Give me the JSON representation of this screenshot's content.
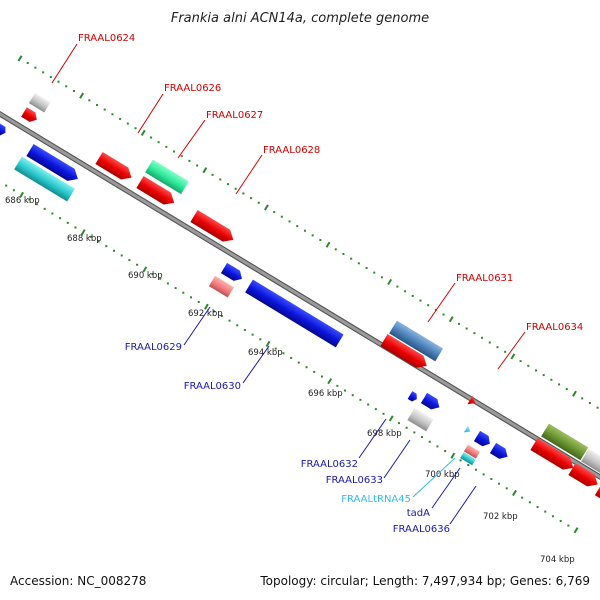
{
  "title": "Frankia alni ACN14a, complete genome",
  "footer": {
    "accession": "Accession: NC_008278",
    "topology": "Topology: circular; Length: 7,497,934 bp; Genes: 6,769"
  },
  "ticks": [
    "686 kbp",
    "688 kbp",
    "690 kbp",
    "692 kbp",
    "694 kbp",
    "696 kbp",
    "698 kbp",
    "700 kbp",
    "702 kbp",
    "704 kbp"
  ],
  "labels": {
    "fraal0624": "FRAAL0624",
    "fraal0626": "FRAAL0626",
    "fraal0627": "FRAAL0627",
    "fraal0628": "FRAAL0628",
    "fraal0631": "FRAAL0631",
    "fraal0634": "FRAAL0634",
    "fraal0629": "FRAAL0629",
    "fraal0630": "FRAAL0630",
    "fraal0632": "FRAAL0632",
    "fraal0633": "FRAAL0633",
    "fraaltrna45": "FRAALtRNA45",
    "tada": "tadA",
    "fraal0636": "FRAAL0636"
  },
  "colors": {
    "forward": "#e8000b",
    "reverse": "#0a14d8",
    "trna": "#33bbee",
    "label_forward": "#d40000",
    "label_reverse": "#1a1ab0",
    "label_trna": "#33bbee",
    "backbone": "#888888",
    "dots": "#2a8a2a"
  }
}
